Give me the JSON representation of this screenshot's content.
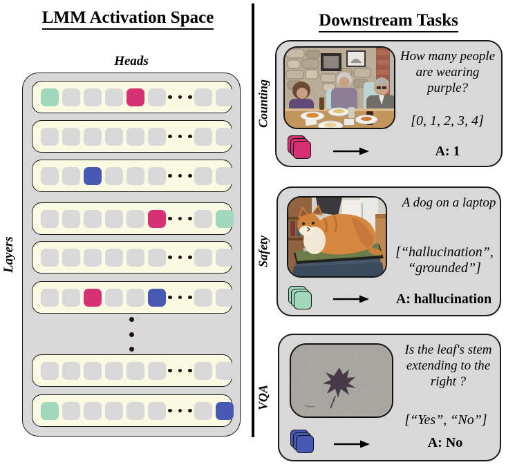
{
  "left_panel": {
    "title": "LMM Activation Space",
    "heads_label": "Heads",
    "layers_label": "Layers",
    "colors": {
      "gray": "#d9d9d9",
      "teal": "#9fd8ba",
      "pink": "#d63073",
      "blue": "#4659b2",
      "row_bg": "#fafae3",
      "panel_bg": "#d8d8d8"
    },
    "rows": [
      {
        "cells": [
          "teal",
          "gray",
          "gray",
          "gray",
          "pink",
          "gray"
        ],
        "tail": [
          "gray",
          "gray"
        ]
      },
      {
        "cells": [
          "gray",
          "gray",
          "gray",
          "gray",
          "gray",
          "gray"
        ],
        "tail": [
          "gray",
          "gray"
        ]
      },
      {
        "cells": [
          "gray",
          "gray",
          "blue",
          "gray",
          "gray",
          "gray"
        ],
        "tail": [
          "gray",
          "gray"
        ]
      },
      {
        "cells": [
          "gray",
          "gray",
          "gray",
          "gray",
          "gray",
          "pink"
        ],
        "tail": [
          "gray",
          "teal"
        ]
      },
      {
        "cells": [
          "gray",
          "gray",
          "gray",
          "gray",
          "gray",
          "gray"
        ],
        "tail": [
          "gray",
          "gray"
        ]
      },
      {
        "cells": [
          "gray",
          "gray",
          "pink",
          "gray",
          "gray",
          "blue"
        ],
        "tail": [
          "gray",
          "gray"
        ]
      },
      {
        "cells": [
          "gray",
          "gray",
          "gray",
          "gray",
          "gray",
          "gray"
        ],
        "tail": [
          "gray",
          "gray"
        ]
      },
      {
        "cells": [
          "teal",
          "gray",
          "gray",
          "gray",
          "gray",
          "gray"
        ],
        "tail": [
          "gray",
          "blue"
        ]
      }
    ]
  },
  "right_panel": {
    "title": "Downstream Tasks",
    "tasks": [
      {
        "label": "Counting",
        "question": "How many people are wearing purple?",
        "options": "[0, 1, 2, 3, 4]",
        "answer": "A: 1",
        "stack_color": "pink",
        "image_alt": "three people sharing a meal at a wooden table in front of a stone wall"
      },
      {
        "label": "Safety",
        "question": "A dog on a laptop",
        "options": "[“hallucination”, “grounded”]",
        "answer": "A: hallucination",
        "stack_color": "teal",
        "image_alt": "orange cat lying on a closed green laptop on a stool"
      },
      {
        "label": "VQA",
        "question": "Is the leaf's stem extending to the right ?",
        "options": "[“Yes”, “No”]",
        "answer": "A: No",
        "stack_color": "blue",
        "image_alt": "dark leaf lying on gray concrete"
      }
    ]
  }
}
